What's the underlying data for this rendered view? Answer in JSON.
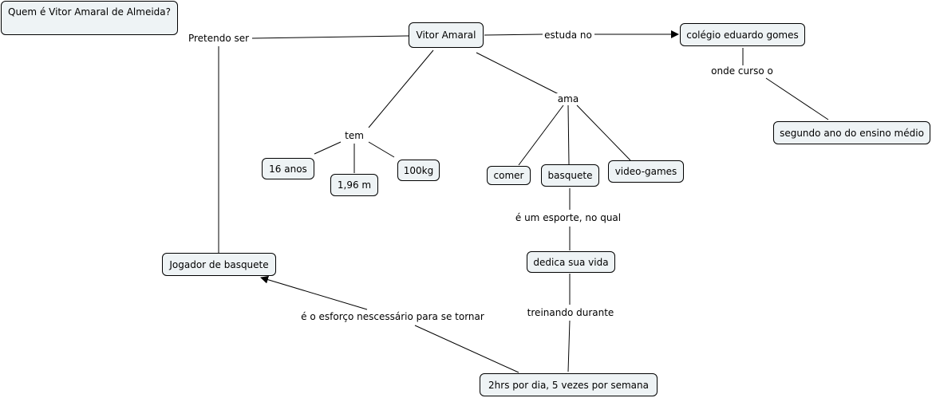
{
  "concepts": {
    "question": "Quem é Vitor Amaral de Almeida?",
    "vitor": "Vitor Amaral",
    "colegio": "colégio eduardo gomes",
    "segundo": "segundo ano do ensino médio",
    "anos": "16 anos",
    "altura": "1,96 m",
    "peso": "100kg",
    "comer": "comer",
    "basquete": "basquete",
    "videogames": "video-games",
    "jogador": "Jogador de basquete",
    "dedica": "dedica sua vida",
    "horas": "2hrs por dia, 5 vezes por semana"
  },
  "links": {
    "pretendo": "Pretendo ser",
    "estuda": "estuda no",
    "tem": "tem",
    "ama": "ama",
    "onde": "onde curso o",
    "esporte": "é um esporte, no qual",
    "treinando": "treinando durante",
    "esforco": "é o esforço nescessário para se tornar"
  },
  "colors": {
    "node_fill": "#eef3f5",
    "line": "#000000"
  }
}
